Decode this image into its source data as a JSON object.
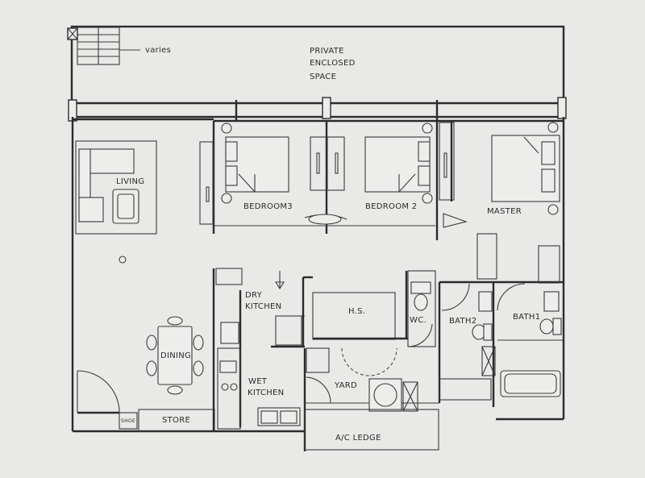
{
  "plan": {
    "labels": {
      "varies": "varies",
      "private_1": "PRIVATE",
      "private_2": "ENCLOSED",
      "private_3": "SPACE",
      "living": "LIVING",
      "bedroom3": "BEDROOM3",
      "bedroom2": "BEDROOM 2",
      "master": "MASTER",
      "dry_kitchen_1": "DRY",
      "dry_kitchen_2": "KITCHEN",
      "hs": "H.S.",
      "wc": "WC.",
      "bath2": "BATH2",
      "bath1": "BATH1",
      "dining": "DINING",
      "wet_kitchen_1": "WET",
      "wet_kitchen_2": "KITCHEN",
      "yard": "YARD",
      "store": "STORE",
      "shoe": "SHOE",
      "ac_ledge": "A/C LEDGE"
    }
  }
}
